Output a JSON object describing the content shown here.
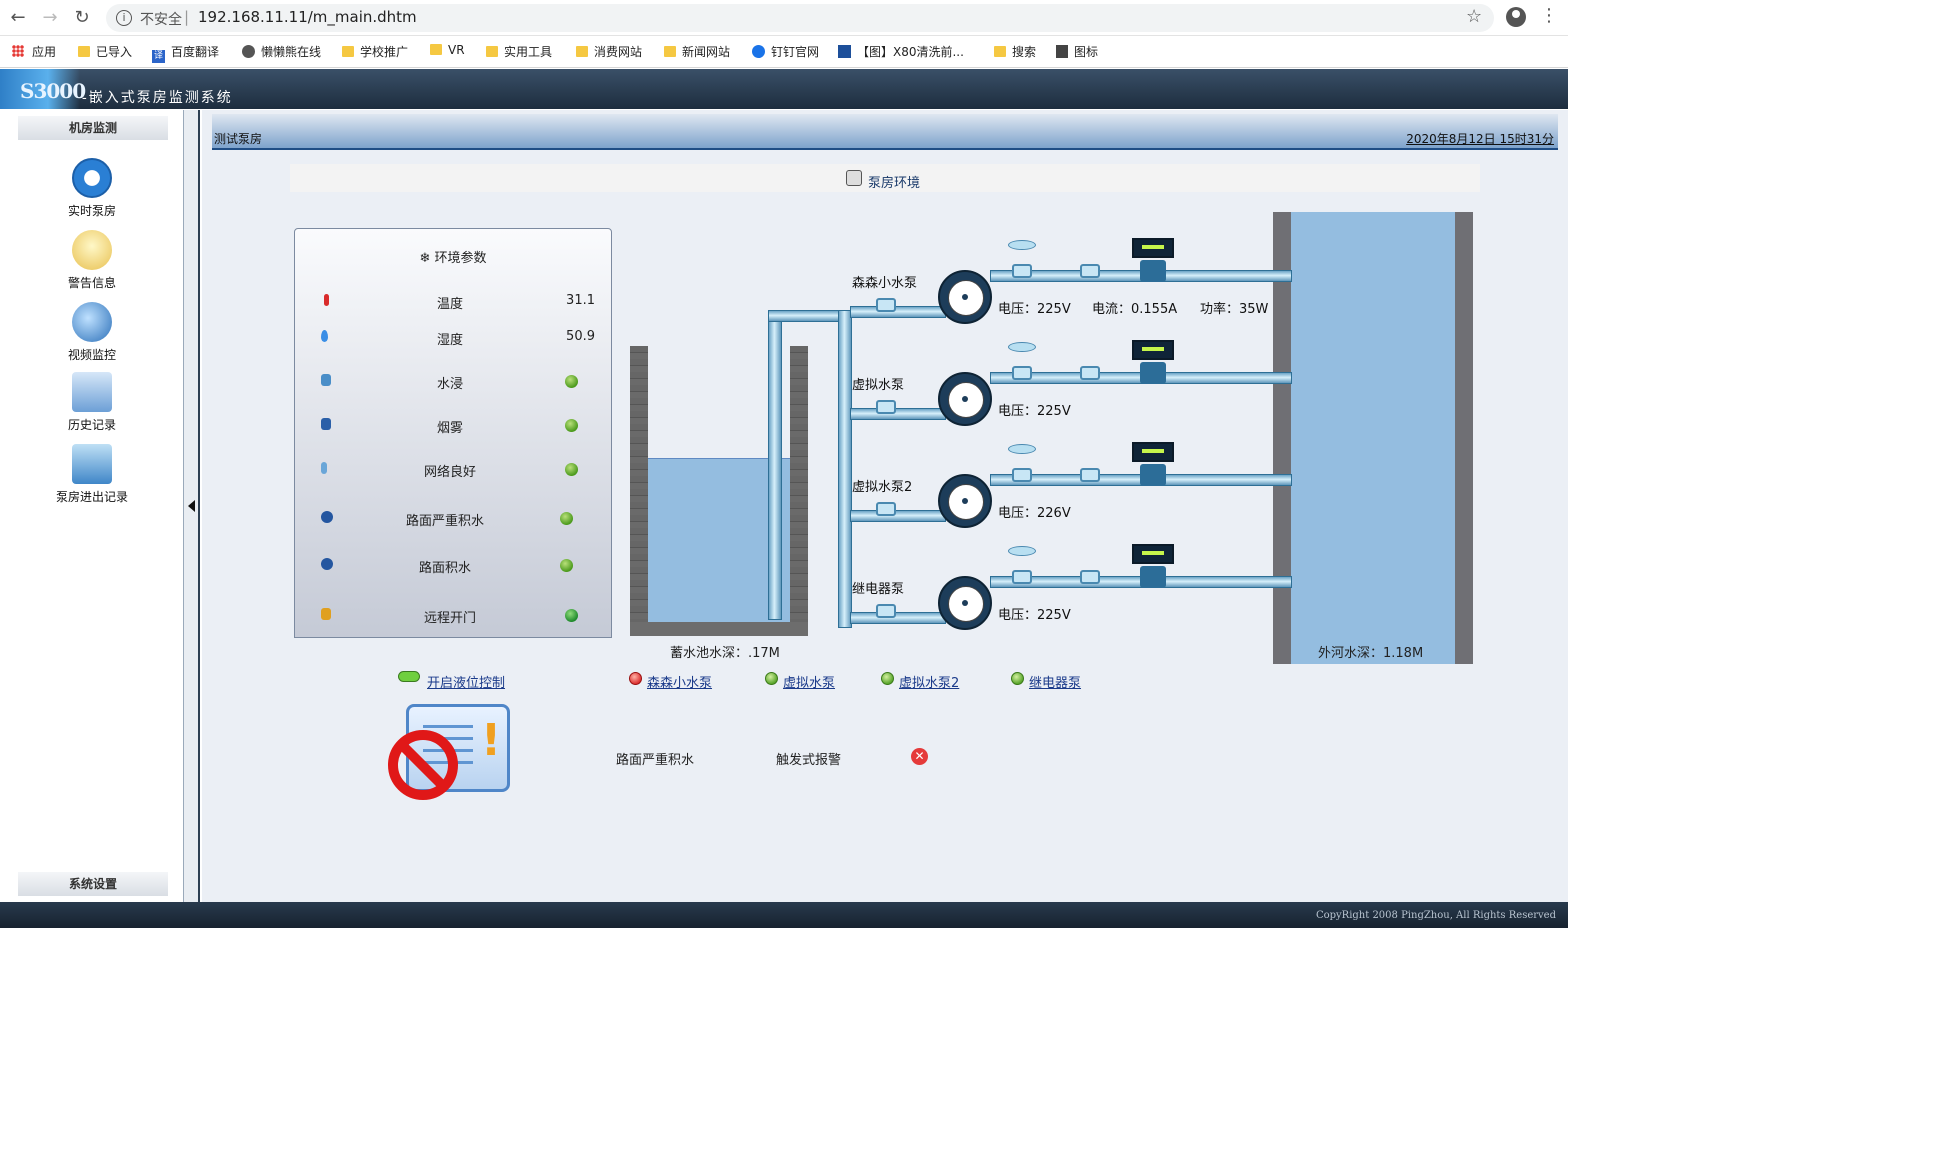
{
  "browser": {
    "back_icon": "arrow-left-icon",
    "insecure_label": "不安全",
    "url": "192.168.11.11/m_main.dhtm",
    "bookmarks": [
      "应用",
      "已导入",
      "百度翻译",
      "懒懒熊在线",
      "学校推广",
      "VR",
      "实用工具",
      "消费网站",
      "新闻网站",
      "钉钉官网",
      "【图】X80清洗前...",
      "搜索",
      "图标"
    ]
  },
  "app": {
    "logo": "S3000",
    "title": "-嵌入式泵房监测系统"
  },
  "sidebar": {
    "section_top": "机房监测",
    "items": [
      {
        "label": "实时泵房",
        "icon": "fan-icon"
      },
      {
        "label": "警告信息",
        "icon": "warning-cloud-icon"
      },
      {
        "label": "视频监控",
        "icon": "camera-globe-icon"
      },
      {
        "label": "历史记录",
        "icon": "info-window-icon"
      },
      {
        "label": "泵房进出记录",
        "icon": "monitor-icon"
      }
    ],
    "section_bottom": "系统设置"
  },
  "main": {
    "pump_house": "测试泵房",
    "datetime": "2020年8月12日 15时31分",
    "section_title": "泵房环境"
  },
  "env": {
    "title": "环境参数",
    "rows": [
      {
        "name": "温度",
        "value": "31.1",
        "icon": "thermometer-icon",
        "color": "#d92b2b"
      },
      {
        "name": "湿度",
        "value": "50.9",
        "icon": "droplet-icon",
        "color": "#3a8ee6"
      },
      {
        "name": "水浸",
        "icon": "water-leak-icon",
        "color": "#4a8ec8"
      },
      {
        "name": "烟雾",
        "icon": "smoke-icon",
        "color": "#2a5fa8"
      },
      {
        "name": "网络良好",
        "icon": "network-icon",
        "color": "#6aa6d8"
      },
      {
        "name": "路面严重积水",
        "icon": "sensor-icon",
        "color": "#2456a0"
      },
      {
        "name": "路面积水",
        "icon": "sensor-icon",
        "color": "#2456a0"
      },
      {
        "name": "远程开门",
        "icon": "key-icon",
        "color": "#e0a020"
      }
    ]
  },
  "tank": {
    "label": "蓄水池水深：.17M"
  },
  "river": {
    "label": "外河水深：1.18M"
  },
  "pumps": [
    {
      "name": "森森小水泵",
      "voltage": "电压：225V",
      "current": "电流：0.155A",
      "power": "功率：35W",
      "status": "red"
    },
    {
      "name": "虚拟水泵",
      "voltage": "电压：225V",
      "status": "green"
    },
    {
      "name": "虚拟水泵2",
      "voltage": "电压：226V",
      "status": "green"
    },
    {
      "name": "继电器泵",
      "voltage": "电压：225V",
      "status": "green"
    }
  ],
  "controls": {
    "level_control": "开启液位控制"
  },
  "alarm": {
    "name": "路面严重积水",
    "type": "触发式报警",
    "close_symbol": "✕"
  },
  "footer": {
    "copyright": "CopyRight 2008 PingZhou, All Rights Reserved"
  }
}
